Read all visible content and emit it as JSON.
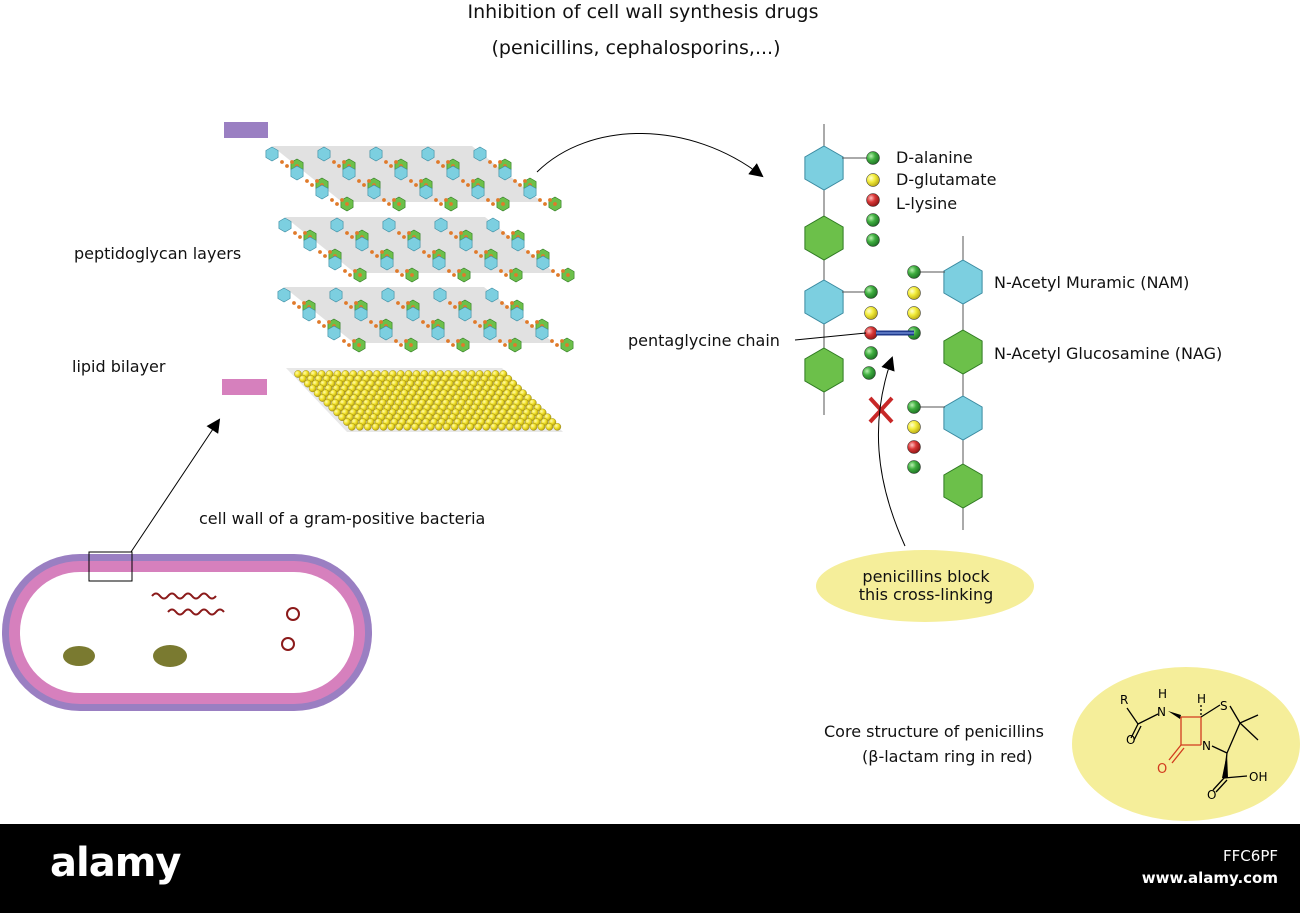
{
  "title": {
    "line1": "Inhibition of cell wall synthesis drugs",
    "line2": "(penicillins, cephalosporins,...)"
  },
  "labels": {
    "peptidoglycan": "peptidoglycan layers",
    "lipid": "lipid bilayer",
    "cell_wall": "cell wall of a gram-positive bacteria",
    "d_alanine": "D-alanine",
    "d_glutamate": "D-glutamate",
    "l_lysine": "L-lysine",
    "nam": "N-Acetyl Muramic (NAM)",
    "nag": "N-Acetyl Glucosamine (NAG)",
    "pentaglycine": "pentaglycine chain",
    "block_line1": "penicillins block",
    "block_line2": "this cross-linking",
    "core_line1": "Core structure of penicillins",
    "core_line2": "(β-lactam ring in red)"
  },
  "molecule": {
    "R": "R",
    "H_left": "H",
    "N_amide": "N",
    "O_amide": "O",
    "H_top": "H",
    "S": "S",
    "N_ring": "N",
    "O_lactam": "O",
    "O_acid": "O",
    "OH": "OH"
  },
  "watermark": {
    "brand": "alamy",
    "id": "FFC6PF",
    "url": "www.alamy.com"
  },
  "colors": {
    "nam_hexagon": "#7ccfe0",
    "nag_hexagon": "#6cc04a",
    "d_alanine": "#2e9e3a",
    "d_glutamate": "#f2ec3a",
    "l_lysine": "#d93636",
    "peptide_dots": "#e07a2a",
    "lipid_heads": "#f2e22a",
    "outer_wall": "#9a7fc2",
    "inner_wall": "#d680bd",
    "blocked_x": "#c82828",
    "callout": "#f5ee9a",
    "beta_lactam": "#d23a1e",
    "crosslink": "#1f3a8c"
  },
  "icons": {
    "block_mark": "cross-x-icon",
    "arrows": "arrow-icon"
  }
}
